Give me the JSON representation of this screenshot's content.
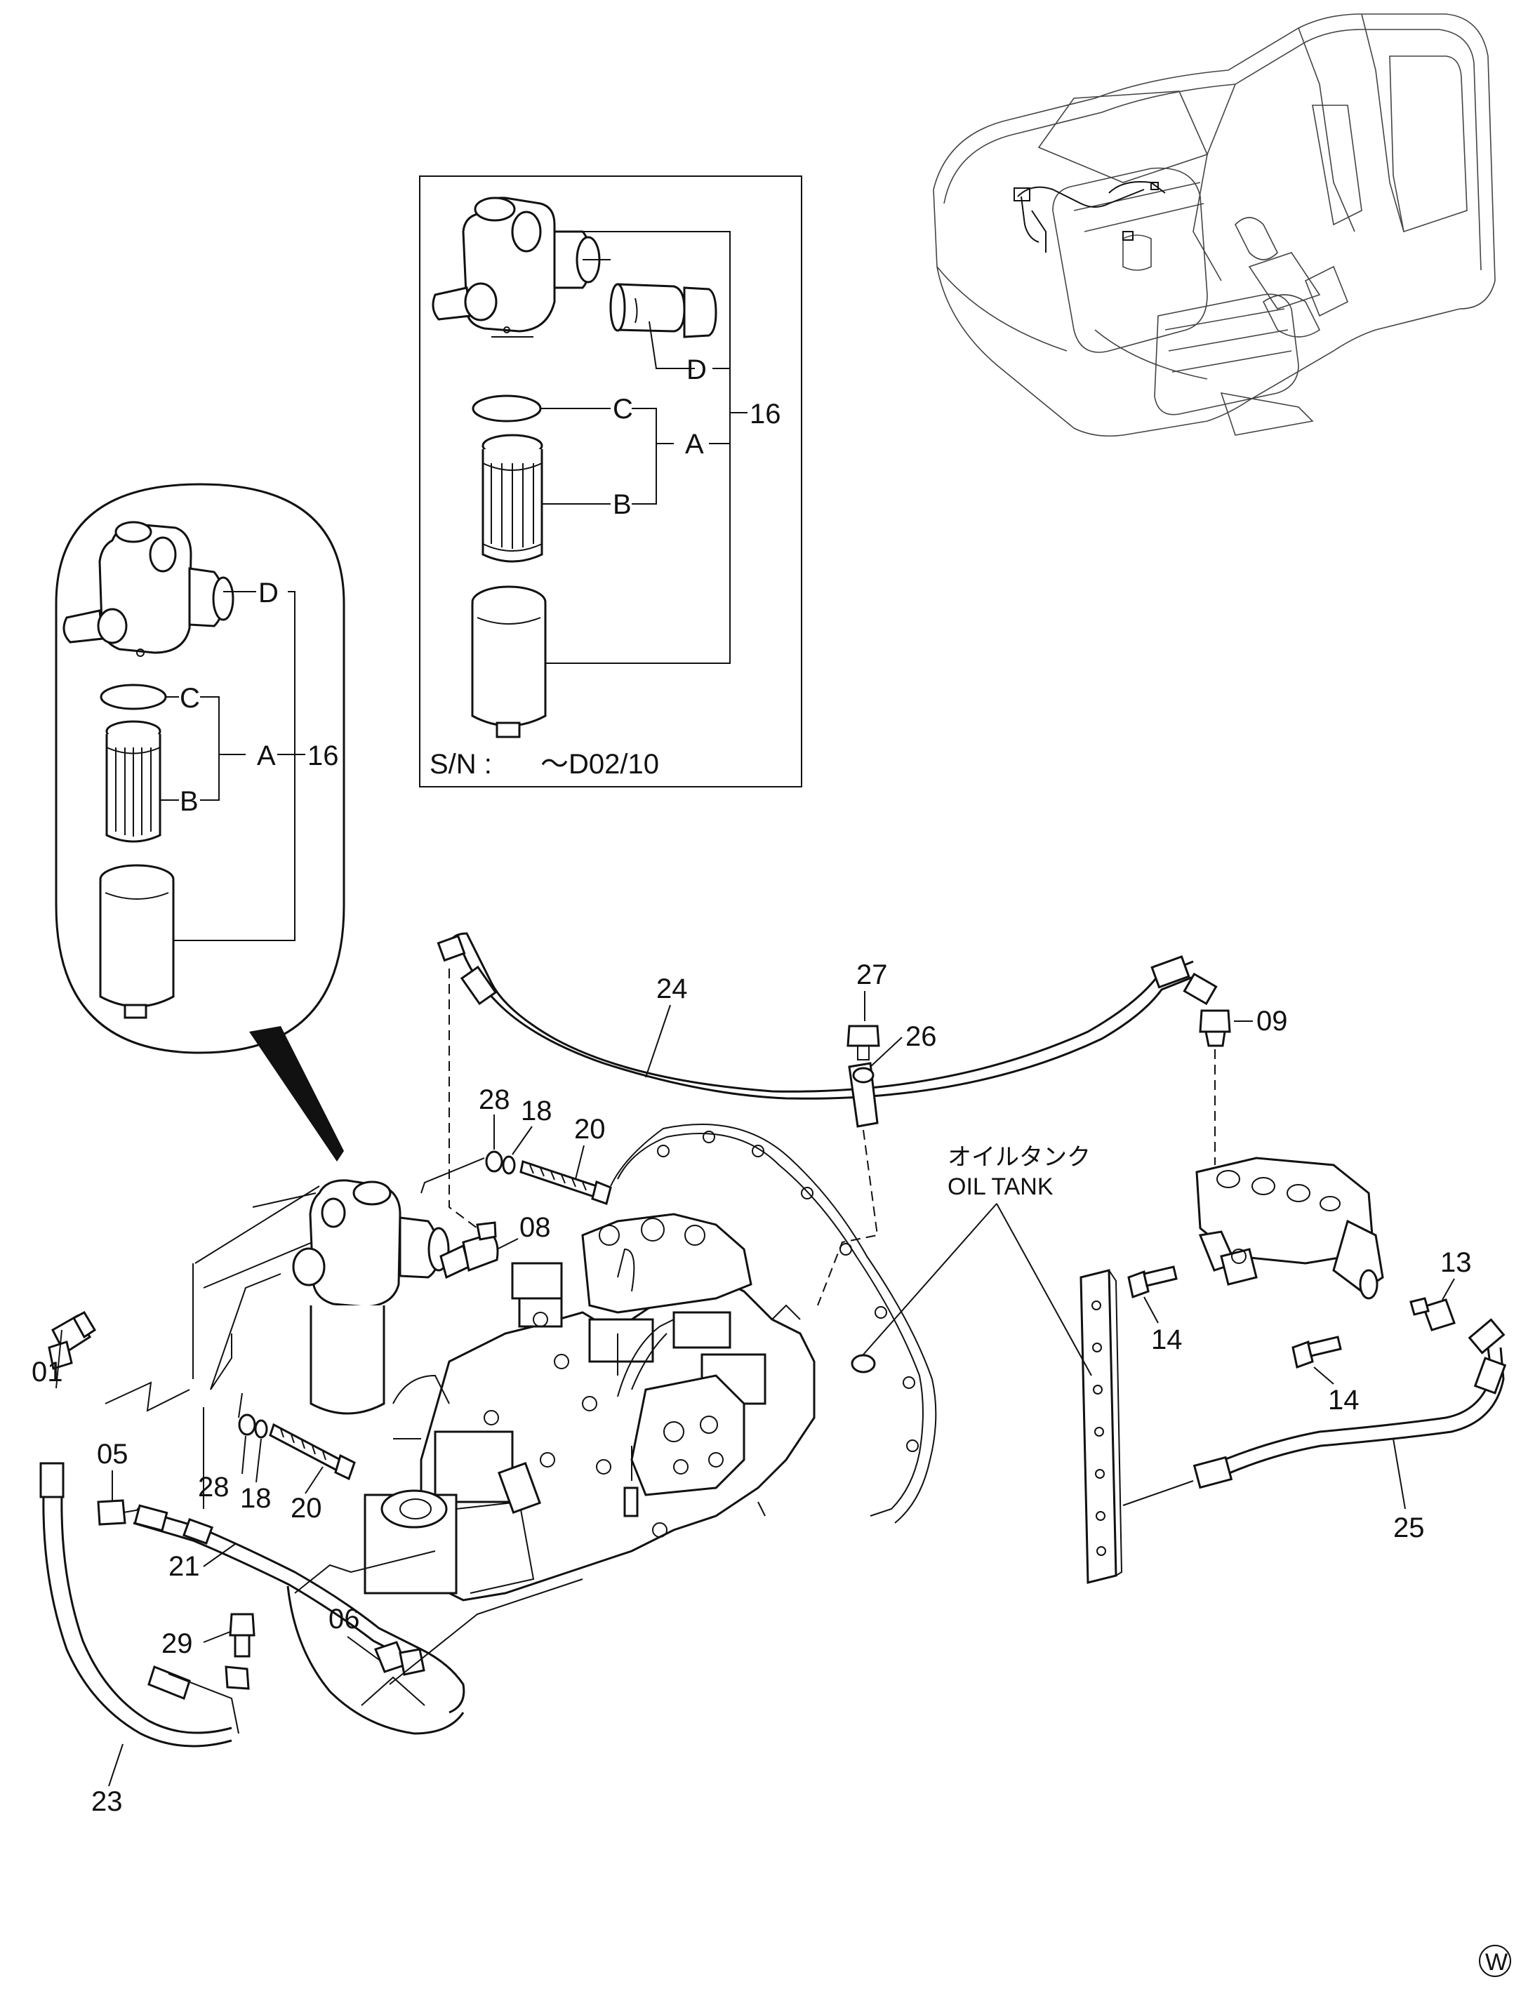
{
  "diagram": {
    "callouts": {
      "p01": "01",
      "p05": "05",
      "p06": "06",
      "p08": "08",
      "p09": "09",
      "p13": "13",
      "p14a": "14",
      "p14b": "14",
      "p16a": "16",
      "p16b": "16",
      "p18a": "18",
      "p18b": "18",
      "p20a": "20",
      "p20b": "20",
      "p21": "21",
      "p23": "23",
      "p24": "24",
      "p25": "25",
      "p26": "26",
      "p27": "27",
      "p28a": "28",
      "p28b": "28",
      "p29": "29"
    },
    "letters": {
      "a1": "A",
      "b1": "B",
      "c1": "C",
      "d1": "D",
      "a2": "A",
      "b2": "B",
      "c2": "C",
      "d2": "D"
    },
    "serial_note": {
      "prefix": "S/N :",
      "value": "～D02/10"
    },
    "oil_tank": {
      "jp": "オイルタンク",
      "en": "OIL TANK"
    },
    "corner_mark": "W"
  }
}
